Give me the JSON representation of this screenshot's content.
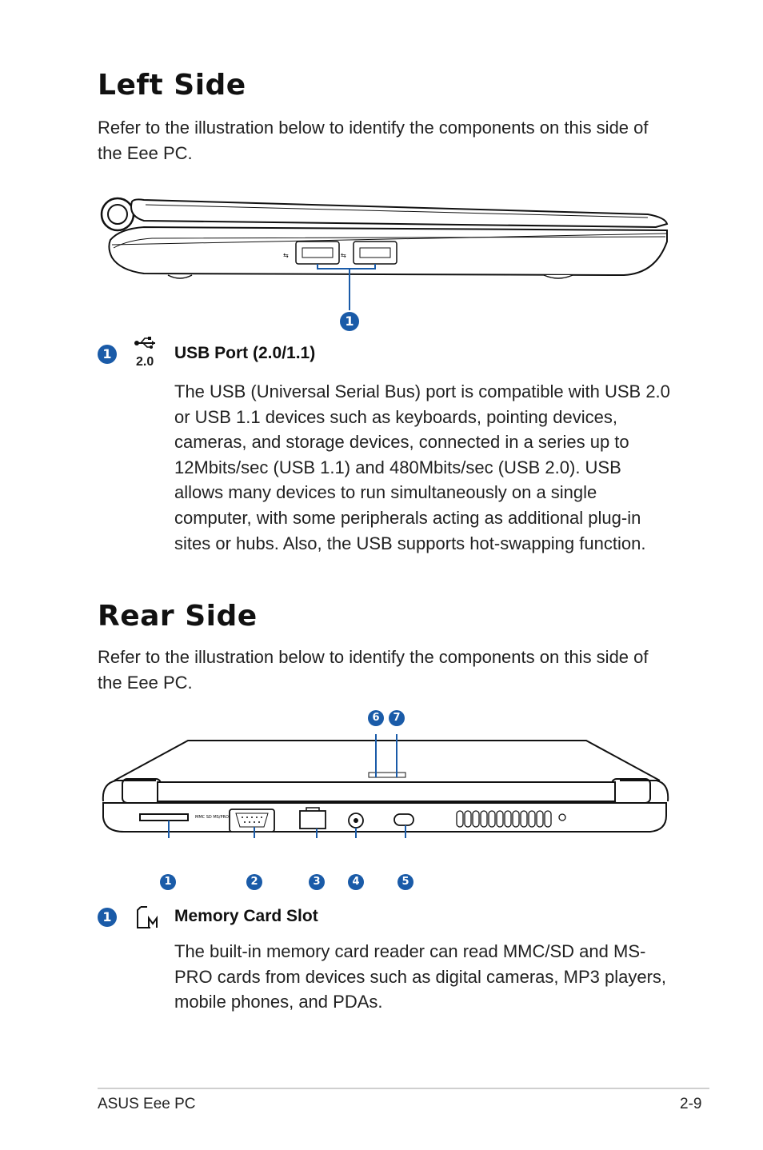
{
  "left_side": {
    "heading": "Left Side",
    "intro": "Refer to the illustration below to identify the components on this side of the Eee PC.",
    "callout": "1",
    "item": {
      "number": "1",
      "icon_label": "2.0",
      "title": "USB Port (2.0/1.1)",
      "description": "The USB (Universal Serial Bus) port is compatible with USB 2.0 or USB 1.1 devices such as keyboards, pointing devices, cameras, and storage devices, connected in a series up to 12Mbits/sec (USB 1.1) and 480Mbits/sec (USB 2.0). USB allows many devices to run simultaneously on a single computer, with some peripherals acting as additional plug-in sites or hubs. Also, the USB supports hot-swapping function."
    }
  },
  "rear_side": {
    "heading": "Rear Side",
    "intro": "Refer to the illustration below to identify the components on this side of the Eee PC.",
    "callouts": [
      "1",
      "2",
      "3",
      "4",
      "5",
      "6",
      "7"
    ],
    "port_label": "MMC SD MS-PRO",
    "item": {
      "number": "1",
      "title": "Memory Card Slot",
      "description": "The built-in memory card reader can read MMC/SD and MS-PRO cards from devices such as digital cameras, MP3 players, mobile phones, and PDAs."
    }
  },
  "footer": {
    "left": "ASUS Eee PC",
    "right": "2-9"
  },
  "colors": {
    "callout_blue": "#1a5ba8"
  }
}
